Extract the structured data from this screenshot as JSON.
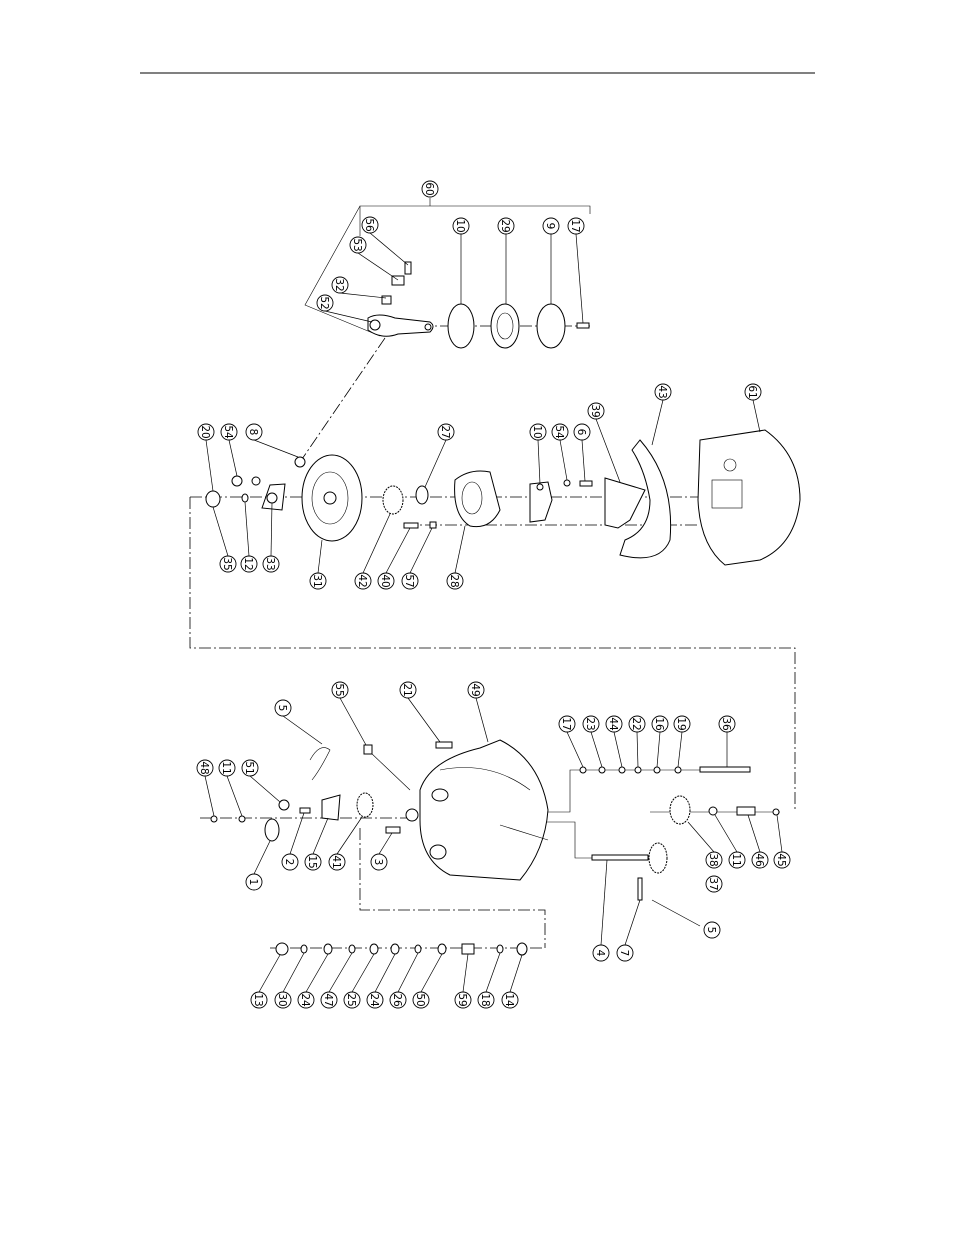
{
  "callouts": [
    {
      "id": "c60",
      "text": "60"
    },
    {
      "id": "c56",
      "text": "56"
    },
    {
      "id": "c53",
      "text": "53"
    },
    {
      "id": "c32",
      "text": "32"
    },
    {
      "id": "c52",
      "text": "52"
    },
    {
      "id": "c10a",
      "text": "10"
    },
    {
      "id": "c29",
      "text": "29"
    },
    {
      "id": "c9a",
      "text": "9"
    },
    {
      "id": "c17a",
      "text": "17"
    },
    {
      "id": "c20",
      "text": "20"
    },
    {
      "id": "c54a",
      "text": "54"
    },
    {
      "id": "c8",
      "text": "8"
    },
    {
      "id": "c27",
      "text": "27"
    },
    {
      "id": "c10b",
      "text": "10"
    },
    {
      "id": "c54b",
      "text": "54"
    },
    {
      "id": "c6",
      "text": "6"
    },
    {
      "id": "c39",
      "text": "39"
    },
    {
      "id": "c43",
      "text": "43"
    },
    {
      "id": "c61",
      "text": "61"
    },
    {
      "id": "c35",
      "text": "35"
    },
    {
      "id": "c12",
      "text": "12"
    },
    {
      "id": "c33",
      "text": "33"
    },
    {
      "id": "c31",
      "text": "31"
    },
    {
      "id": "c42",
      "text": "42"
    },
    {
      "id": "c40",
      "text": "40"
    },
    {
      "id": "c57",
      "text": "57"
    },
    {
      "id": "c28",
      "text": "28"
    },
    {
      "id": "c5a",
      "text": "5"
    },
    {
      "id": "c55",
      "text": "55"
    },
    {
      "id": "c21",
      "text": "21"
    },
    {
      "id": "c49",
      "text": "49"
    },
    {
      "id": "c17b",
      "text": "17"
    },
    {
      "id": "c23",
      "text": "23"
    },
    {
      "id": "c44",
      "text": "44"
    },
    {
      "id": "c22",
      "text": "22"
    },
    {
      "id": "c16",
      "text": "16"
    },
    {
      "id": "c19",
      "text": "19"
    },
    {
      "id": "c36",
      "text": "36"
    },
    {
      "id": "c48",
      "text": "48"
    },
    {
      "id": "c11",
      "text": "11"
    },
    {
      "id": "c51",
      "text": "51"
    },
    {
      "id": "c1",
      "text": "1"
    },
    {
      "id": "c2",
      "text": "2"
    },
    {
      "id": "c15",
      "text": "15"
    },
    {
      "id": "c41",
      "text": "41"
    },
    {
      "id": "c3",
      "text": "3"
    },
    {
      "id": "c38",
      "text": "38"
    },
    {
      "id": "c11b",
      "text": "11"
    },
    {
      "id": "c46",
      "text": "46"
    },
    {
      "id": "c45",
      "text": "45"
    },
    {
      "id": "c37",
      "text": "37"
    },
    {
      "id": "c4",
      "text": "4"
    },
    {
      "id": "c7",
      "text": "7"
    },
    {
      "id": "c5b",
      "text": "5"
    },
    {
      "id": "c13",
      "text": "13"
    },
    {
      "id": "c30",
      "text": "30"
    },
    {
      "id": "c24a",
      "text": "24"
    },
    {
      "id": "c47",
      "text": "47"
    },
    {
      "id": "c25",
      "text": "25"
    },
    {
      "id": "c24b",
      "text": "24"
    },
    {
      "id": "c26",
      "text": "26"
    },
    {
      "id": "c50",
      "text": "50"
    },
    {
      "id": "c59",
      "text": "59"
    },
    {
      "id": "c18",
      "text": "18"
    },
    {
      "id": "c14",
      "text": "14"
    }
  ]
}
